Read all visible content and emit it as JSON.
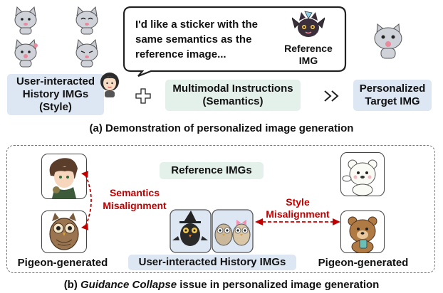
{
  "part_a": {
    "speech_text": "I'd like a sticker with the same semantics as the reference image...",
    "reference_label": "Reference IMG",
    "history_label": "User-interacted History IMGs (Style)",
    "instructions_label": "Multimodal Instructions (Semantics)",
    "target_label": "Personalized Target IMG",
    "caption": "(a) Demonstration of personalized image generation"
  },
  "part_b": {
    "reference_label": "Reference IMGs",
    "semantics_misalignment": "Semantics Misalignment",
    "style_misalignment": "Style Misalignment",
    "history_label": "User-interacted History IMGs",
    "pigeon_left": "Pigeon-generated",
    "pigeon_right": "Pigeon-generated",
    "caption_prefix": "(b) ",
    "caption_italic": "Guidance Collapse",
    "caption_suffix": " issue in personalized image generation"
  },
  "colors": {
    "accent_red": "#c00000",
    "blue_box": "#dde6f3",
    "green_box": "#e4f0ea"
  }
}
